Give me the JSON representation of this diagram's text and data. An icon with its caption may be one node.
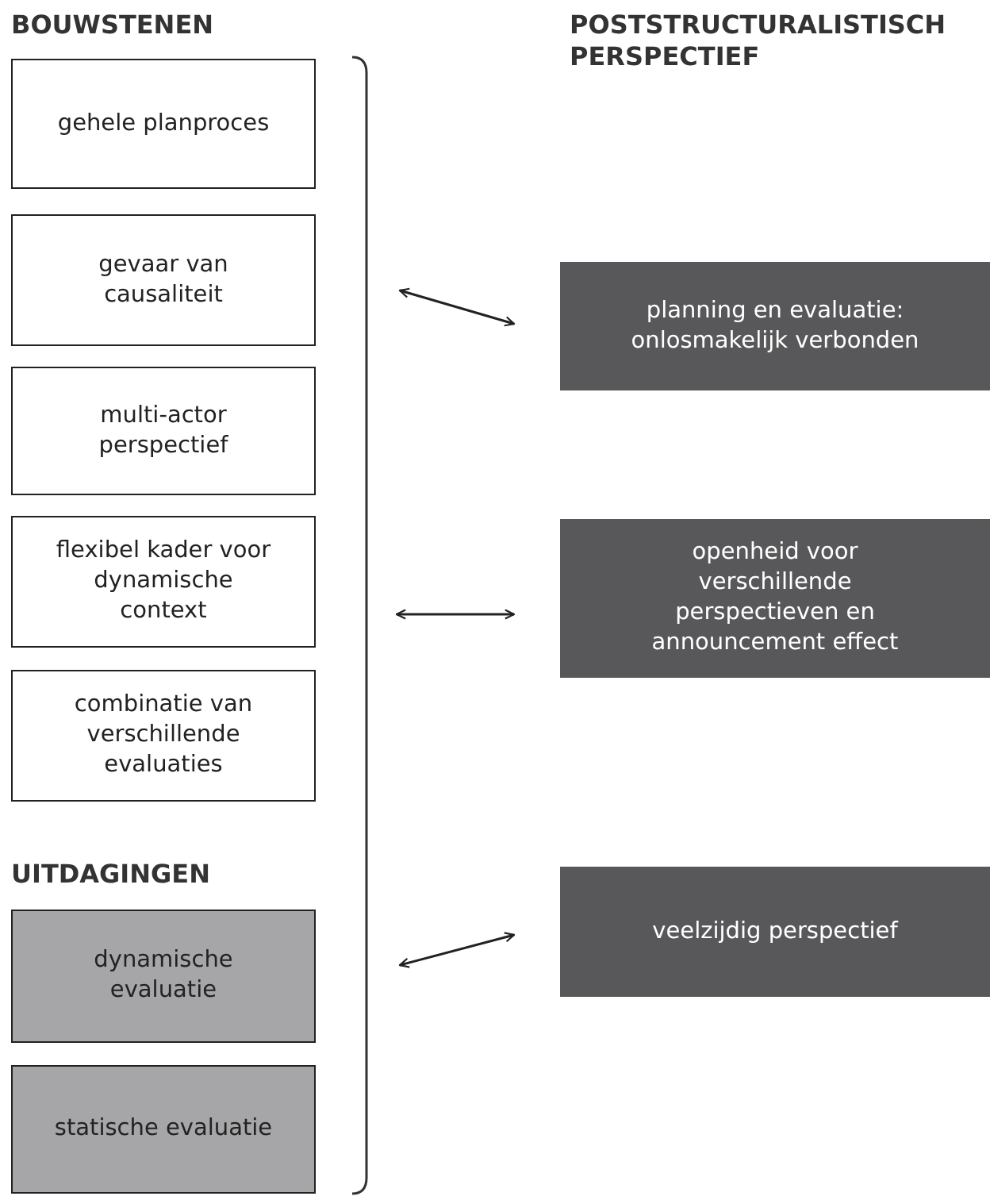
{
  "diagram": {
    "nodes": [
      {
        "text": [
          "gehele planproces"
        ]
      },
      {
        "text": [
          "gevaar van causaliteit"
        ]
      },
      {
        "text": [
          "multi-actor perspectief"
        ]
      },
      {
        "text": [
          "flexibel kader voor dynamische context"
        ]
      },
      {
        "text": [
          "combinatie van verschillende evaluaties"
        ]
      },
      {
        "text": [
          "dynamische evaluatie"
        ]
      },
      {
        "text": [
          "statische evaluatie"
        ]
      },
      {
        "text": [
          "planning en evaluatie: onlosmakelijk verbonden"
        ]
      },
      {
        "text": [
          "openheid voor verschillende perspectieven en announcement effect"
        ]
      },
      {
        "text": [
          "veelzijdig perspectief"
        ]
      }
    ],
    "edges": [
      {
        "from": null,
        "to": 7,
        "arrow": "both"
      },
      {
        "from": null,
        "to": 8,
        "arrow": "both"
      },
      {
        "from": null,
        "to": 9,
        "arrow": "both"
      }
    ],
    "labels": [
      "BOUWSTENEN",
      "POSTSTRUCTURALISTISCH PERSPECTIEF",
      "UITDAGINGEN"
    ]
  }
}
